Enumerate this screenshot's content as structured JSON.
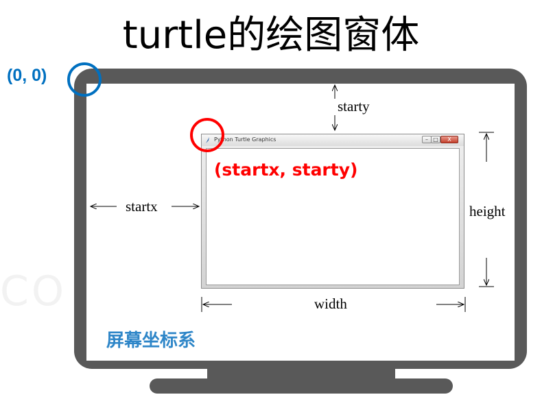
{
  "title": "turtle的绘图窗体",
  "origin_label": "(0, 0)",
  "coordinate_system_label": "屏幕坐标系",
  "turtle_window": {
    "title": "Python Turtle Graphics",
    "close_symbol": "X",
    "start_label": "(startx, starty)"
  },
  "dimensions": {
    "starty": "starty",
    "startx": "startx",
    "height": "height",
    "width": "width"
  },
  "watermark": "CO",
  "colors": {
    "monitor": "#595959",
    "origin": "#0070c0",
    "start": "#ff0000",
    "coord_label": "#2e86c8"
  }
}
